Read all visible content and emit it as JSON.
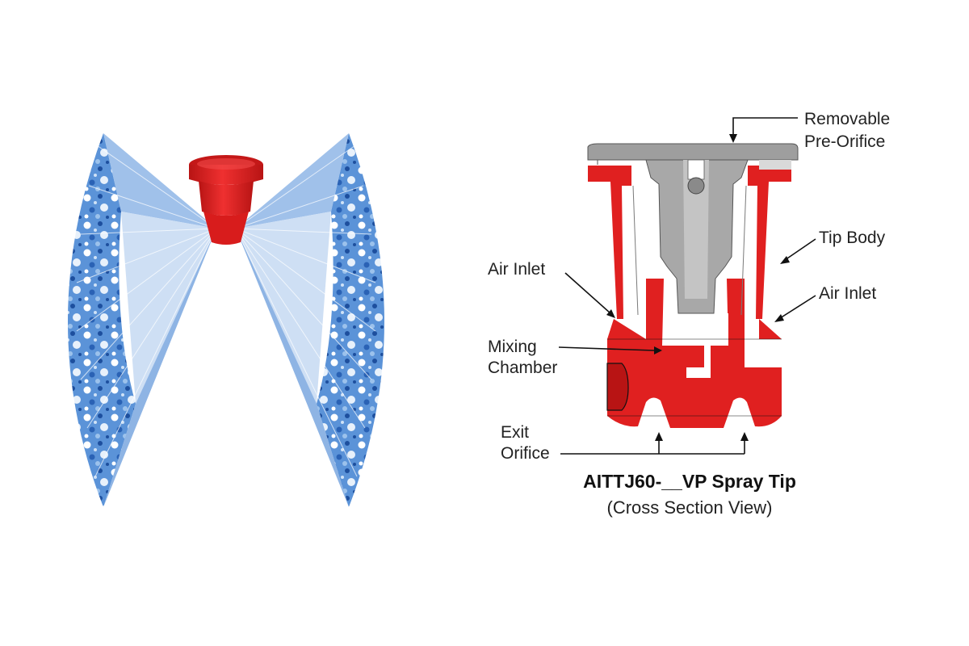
{
  "colors": {
    "nozzle_red": "#e02020",
    "nozzle_red_dark": "#b81414",
    "insert_gray": "#9e9e9e",
    "insert_gray_light": "#c4c4c4",
    "spray_blue": "#3f7fd1",
    "spray_blue_light": "#bcd6f2",
    "ink": "#111111"
  },
  "illustration": {
    "spray_fan": "spray-fan-illustration",
    "nozzle": "nozzle-icon"
  },
  "callouts": {
    "removable_pre_orifice": [
      "Removable",
      "Pre-Orifice"
    ],
    "tip_body": "Tip Body",
    "air_inlet_left": "Air Inlet",
    "air_inlet_right": "Air Inlet",
    "mixing_chamber": [
      "Mixing",
      "Chamber"
    ],
    "exit_orifice": [
      "Exit",
      "Orifice"
    ]
  },
  "caption": {
    "title": "AITTJ60-__VP Spray Tip",
    "subtitle": "(Cross Section View)"
  }
}
